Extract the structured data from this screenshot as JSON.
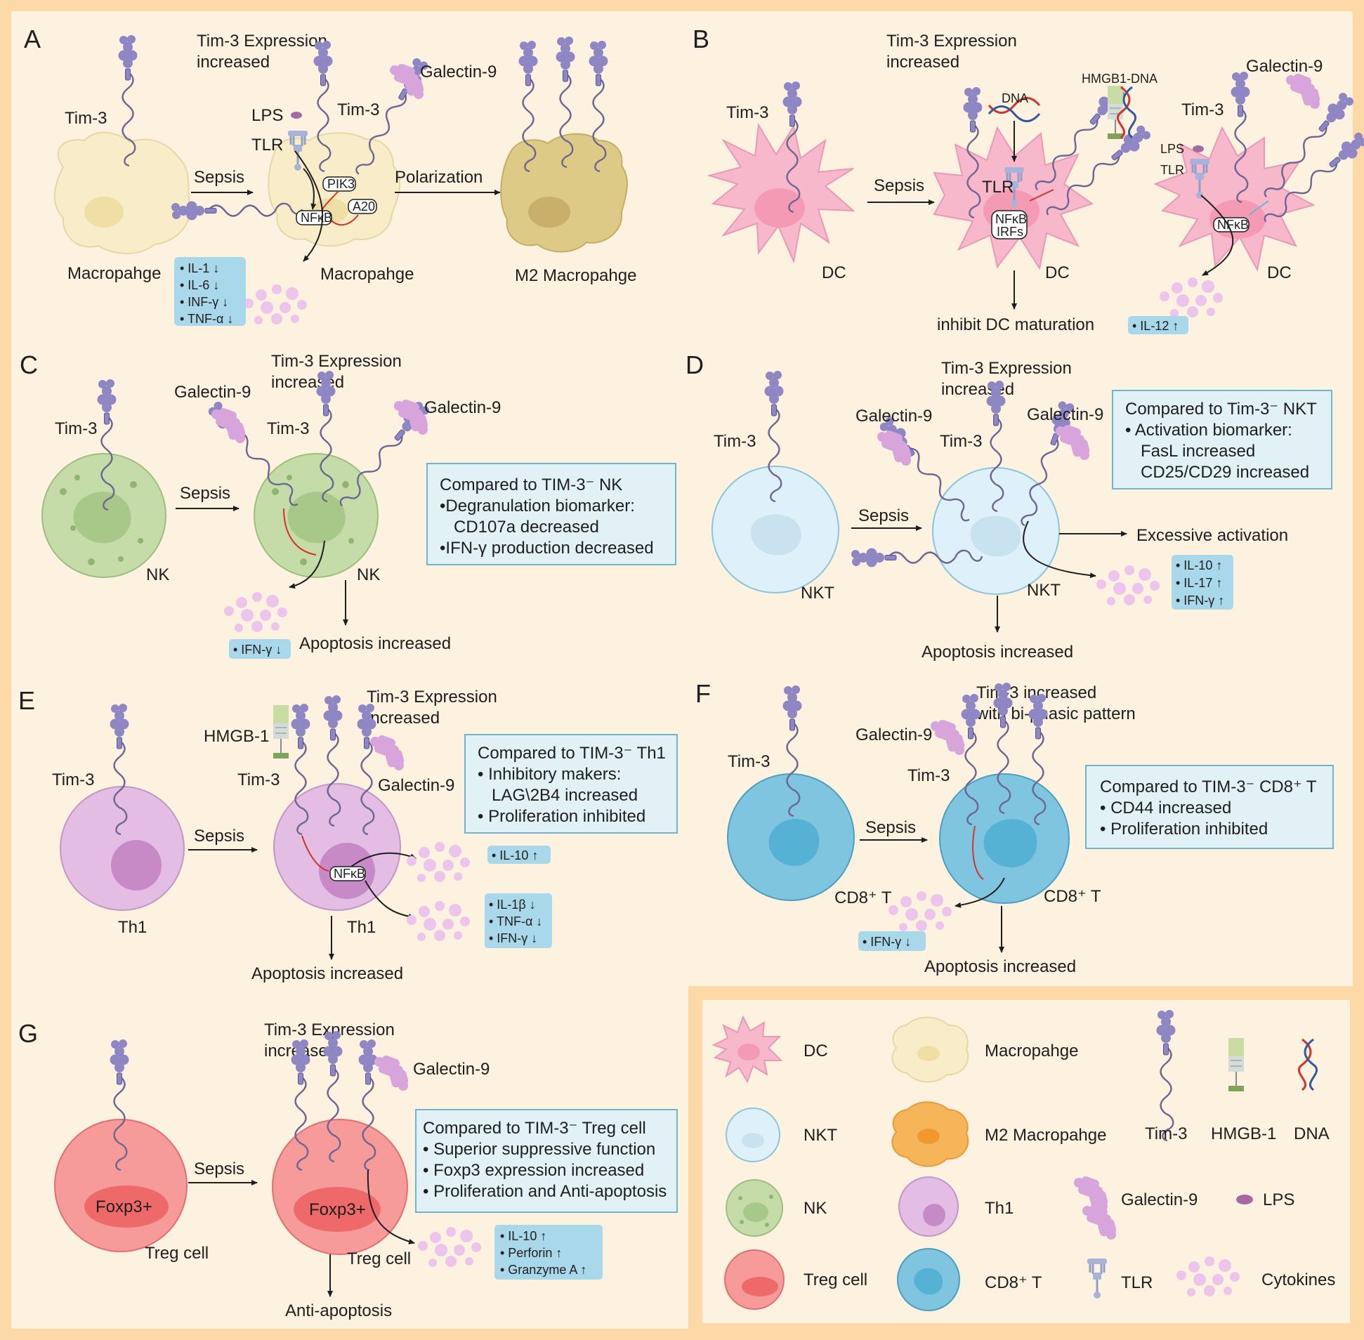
{
  "colors": {
    "frame": "#fdd9a8",
    "panel": "#fdf1e0",
    "box_fill": "#e2f1f6",
    "box_stroke": "#6fb6cc",
    "tag_fill": "#a8d8ea",
    "receptor": "#8f86c4",
    "galectin": "#d8a4dc",
    "macrophage": "#f8edc8",
    "m2_macrophage": "#ddca86",
    "dc": "#f7b8cc",
    "nk": "#c5dca8",
    "nkt": "#def1fa",
    "th1": "#e3bde3",
    "cd8": "#7fc5e0",
    "treg": "#f69a9a",
    "inhibit": "#d0352b"
  },
  "panels": {
    "A": {
      "letter": "A",
      "heading": [
        "Tim-3 Expression",
        "increased"
      ],
      "tim3": "Tim-3",
      "tim3_b": "Tim-3",
      "galectin": "Galectin-9",
      "lps": "LPS",
      "tlr": "TLR",
      "pik3": "PIK3",
      "nfkb": "NFκB",
      "a20": "A20",
      "sepsis": "Sepsis",
      "polarization": "Polarization",
      "cell1": "Macropahge",
      "cell2": "Macropahge",
      "cell3": "M2 Macropahge",
      "cytokines": [
        "• IL-1 ↓",
        "• IL-6 ↓",
        "• INF-γ ↓",
        "• TNF-α ↓"
      ]
    },
    "B": {
      "letter": "B",
      "heading": [
        "Tim-3 Expression",
        "increased"
      ],
      "tim3": "Tim-3",
      "tim3_b": "Tim-3",
      "dna": "DNA",
      "hmgb1dna": "HMGB1-DNA",
      "galectin": "Galectin-9",
      "tlr": "TLR",
      "lps": "LPS",
      "tlr_b": "TLR",
      "nfkb": [
        "NFκB",
        "IRFs"
      ],
      "nfkb_b": "NFκB",
      "sepsis": "Sepsis",
      "cell1": "DC",
      "cell2": "DC",
      "cell3": "DC",
      "outcome": "inhibit DC maturation",
      "cytokines": [
        "• IL-12 ↑"
      ]
    },
    "C": {
      "letter": "C",
      "heading": [
        "Tim-3 Expression",
        "increased"
      ],
      "galectin_a": "Galectin-9",
      "galectin_b": "Galectin-9",
      "tim3": "Tim-3",
      "tim3_b": "Tim-3",
      "sepsis": "Sepsis",
      "cell1": "NK",
      "cell2": "NK",
      "box": [
        "Compared to TIM-3⁻ NK",
        "•Degranulation biomarker:",
        "CD107a decreased",
        "•IFN-γ production decreased"
      ],
      "outcome": "Apoptosis increased",
      "cytokines": [
        "• IFN-γ ↓"
      ]
    },
    "D": {
      "letter": "D",
      "heading": [
        "Tim-3 Expression",
        "increased"
      ],
      "galectin_a": "Galectin-9",
      "galectin_b": "Galectin-9",
      "tim3": "Tim-3",
      "tim3_b": "Tim-3",
      "sepsis": "Sepsis",
      "cell1": "NKT",
      "cell2": "NKT",
      "box": [
        "Compared to Tim-3⁻ NKT",
        "• Activation biomarker:",
        "FasL increased",
        "CD25/CD29 increased"
      ],
      "excessive": "Excessive activation",
      "outcome": "Apoptosis increased",
      "cytokines": [
        "• IL-10 ↑",
        "• IL-17 ↑",
        "• IFN-γ ↑"
      ]
    },
    "E": {
      "letter": "E",
      "heading": [
        "Tim-3 Expression",
        "increased"
      ],
      "hmgb1": "HMGB-1",
      "tim3": "Tim-3",
      "tim3_b": "Tim-3",
      "galectin": "Galectin-9",
      "sepsis": "Sepsis",
      "nfkb": "NFκB",
      "cell1": "Th1",
      "cell2": "Th1",
      "box": [
        "Compared to TIM-3⁻ Th1",
        "• Inhibitory makers:",
        "LAG\\2B4 increased",
        "• Proliferation inhibited"
      ],
      "outcome": "Apoptosis increased",
      "cytokines_a": [
        "• IL-10 ↑"
      ],
      "cytokines_b": [
        "• IL-1β ↓",
        "• TNF-α ↓",
        "• IFN-γ ↓"
      ]
    },
    "F": {
      "letter": "F",
      "heading": [
        "Tim-3 increased",
        "with bi-phasic pattern"
      ],
      "galectin": "Galectin-9",
      "tim3": "Tim-3",
      "tim3_b": "Tim-3",
      "sepsis": "Sepsis",
      "cell1": "CD8⁺ T",
      "cell2": "CD8⁺ T",
      "box": [
        "Compared to TIM-3⁻ CD8⁺ T",
        "• CD44 increased",
        "• Proliferation inhibited"
      ],
      "outcome": "Apoptosis increased",
      "cytokines": [
        "• IFN-γ ↓"
      ]
    },
    "G": {
      "letter": "G",
      "heading": [
        "Tim-3 Expression",
        "increased"
      ],
      "galectin": "Galectin-9",
      "sepsis": "Sepsis",
      "nucleus1": "Foxp3+",
      "nucleus2": "Foxp3+",
      "cell1": "Treg cell",
      "cell2": "Treg cell",
      "box": [
        "Compared to TIM-3⁻ Treg cell",
        "• Superior suppressive function",
        "• Foxp3 expression increased",
        "• Proliferation and Anti-apoptosis"
      ],
      "outcome": "Anti-apoptosis",
      "cytokines": [
        "• IL-10 ↑",
        "• Perforin ↑",
        "• Granzyme A ↑"
      ]
    }
  },
  "legend": {
    "dc": "DC",
    "macrophage": "Macropahge",
    "nkt": "NKT",
    "m2": "M2 Macropahge",
    "tim3": "Tim-3",
    "hmgb1": "HMGB-1",
    "dna": "DNA",
    "nk": "NK",
    "th1": "Th1",
    "galectin": "Galectin-9",
    "lps": "LPS",
    "treg": "Treg cell",
    "cd8": "CD8⁺ T",
    "tlr": "TLR",
    "cytokines": "Cytokines"
  }
}
